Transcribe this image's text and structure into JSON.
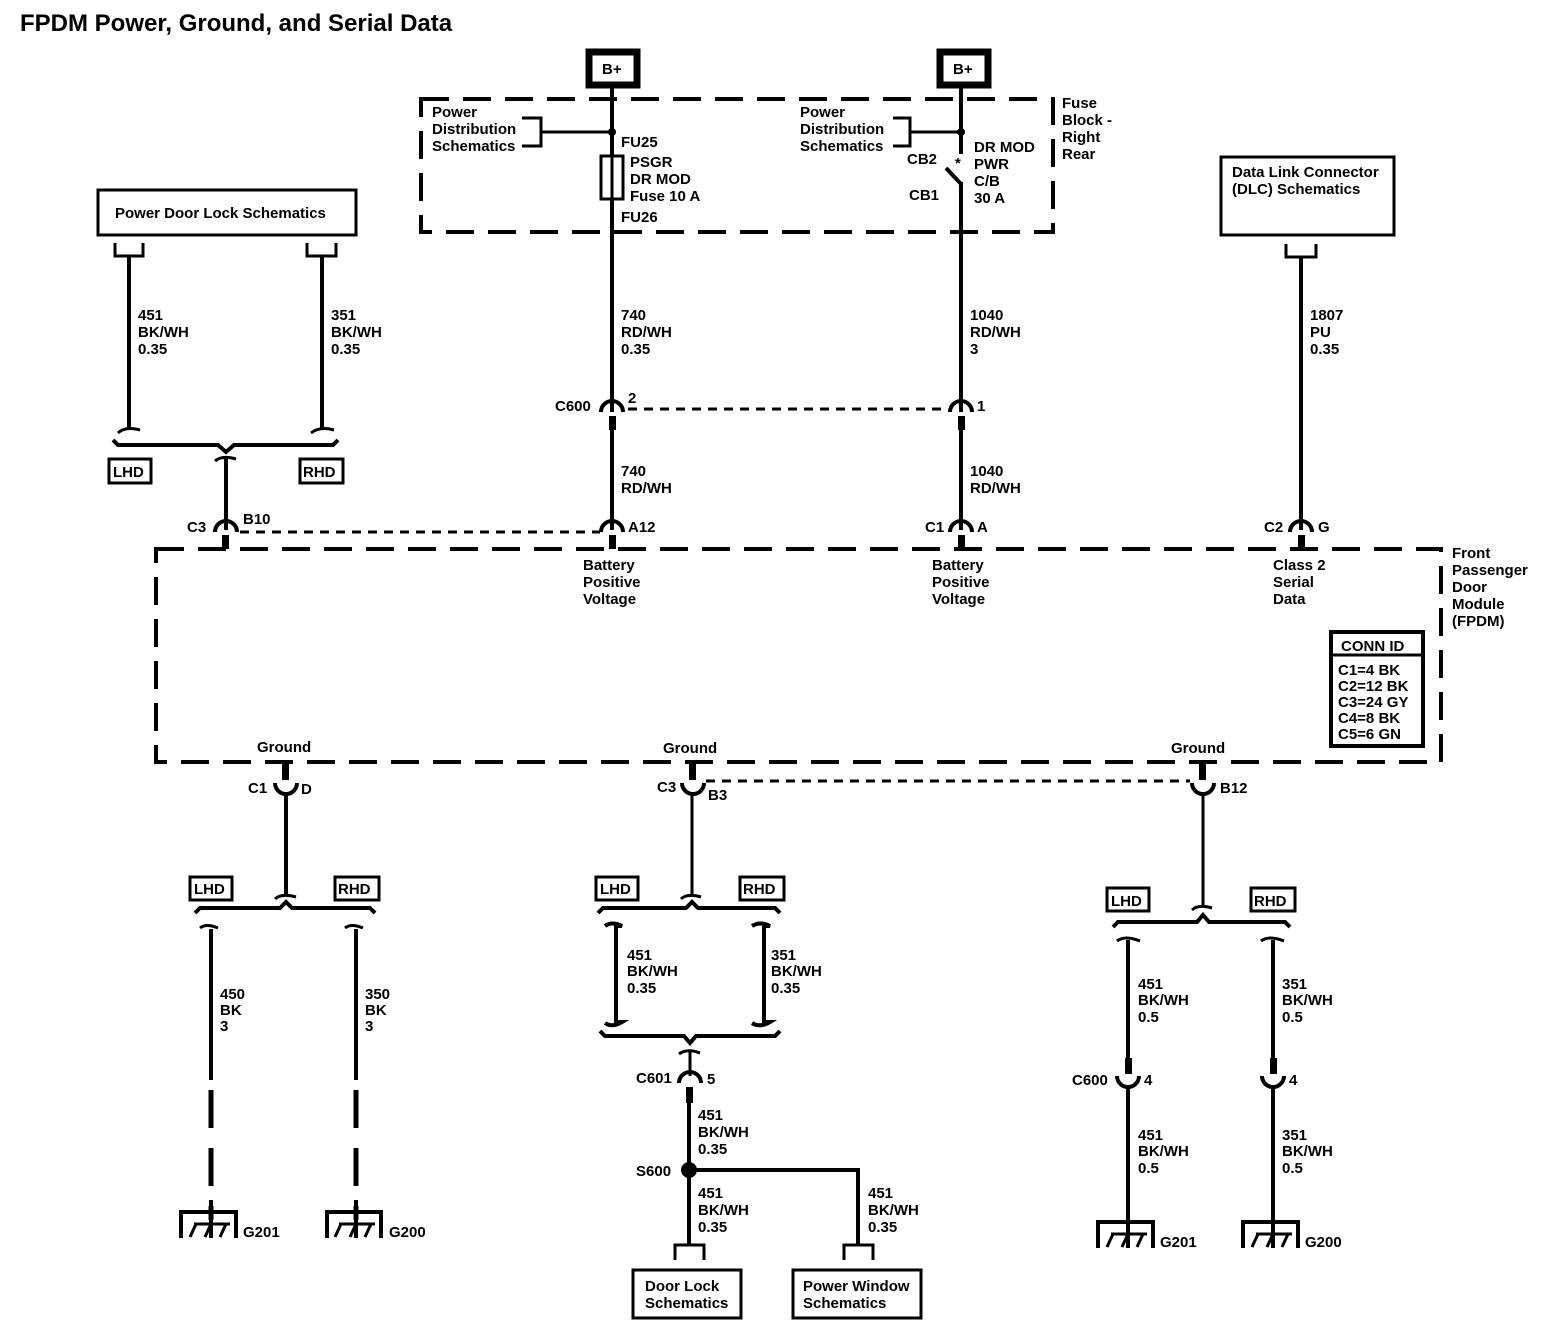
{
  "title": "FPDM Power, Ground, and Serial Data",
  "power_sources": [
    {
      "label": "B+"
    },
    {
      "label": "B+"
    }
  ],
  "fuse_block": {
    "label_lines": [
      "Fuse",
      "Block -",
      "Right",
      "Rear"
    ],
    "power_dist_left": [
      "Power",
      "Distribution",
      "Schematics"
    ],
    "power_dist_right": [
      "Power",
      "Distribution",
      "Schematics"
    ],
    "fuse": {
      "top_terminal": "FU25",
      "bottom_terminal": "FU26",
      "lines": [
        "PSGR",
        "DR MOD",
        "Fuse 10 A"
      ]
    },
    "circuit_breaker": {
      "terminal_top": "CB2",
      "terminal_bottom": "CB1",
      "lines": [
        "DR MOD",
        "PWR",
        "C/B",
        "30 A"
      ]
    }
  },
  "reference_boxes": {
    "power_door_lock": "Power Door Lock Schematics",
    "dlc": [
      "Data Link Connector",
      "(DLC) Schematics"
    ],
    "door_lock": [
      "Door Lock",
      "Schematics"
    ],
    "power_window": [
      "Power Window",
      "Schematics"
    ]
  },
  "wires": {
    "pdl_left": [
      "451",
      "BK/WH",
      "0.35"
    ],
    "pdl_right": [
      "351",
      "BK/WH",
      "0.35"
    ],
    "w740_upper": [
      "740",
      "RD/WH",
      "0.35"
    ],
    "w740_lower": [
      "740",
      "RD/WH"
    ],
    "w1040_upper": [
      "1040",
      "RD/WH",
      "3"
    ],
    "w1040_lower": [
      "1040",
      "RD/WH"
    ],
    "w1807": [
      "1807",
      "PU",
      "0.35"
    ],
    "g_left_450": [
      "450",
      "BK",
      "3"
    ],
    "g_left_350": [
      "350",
      "BK",
      "3"
    ],
    "g_mid_451": [
      "451",
      "BK/WH",
      "0.35"
    ],
    "g_mid_351": [
      "351",
      "BK/WH",
      "0.35"
    ],
    "g_mid_c601": [
      "451",
      "BK/WH",
      "0.35"
    ],
    "g_mid_doorlock": [
      "451",
      "BK/WH",
      "0.35"
    ],
    "g_mid_window": [
      "451",
      "BK/WH",
      "0.35"
    ],
    "g_right_451_up": [
      "451",
      "BK/WH",
      "0.5"
    ],
    "g_right_351_up": [
      "351",
      "BK/WH",
      "0.5"
    ],
    "g_right_451_lo": [
      "451",
      "BK/WH",
      "0.5"
    ],
    "g_right_351_lo": [
      "351",
      "BK/WH",
      "0.5"
    ]
  },
  "connectors": {
    "c600_top": {
      "name": "C600",
      "pin_left": "2",
      "pin_right": "1"
    },
    "c3_b10": {
      "name": "C3",
      "pin": "B10"
    },
    "a12": {
      "pin": "A12"
    },
    "c1_a": {
      "name": "C1",
      "pin": "A"
    },
    "c2_g": {
      "name": "C2",
      "pin": "G"
    },
    "c1_d": {
      "name": "C1",
      "pin": "D"
    },
    "c3_b3": {
      "name": "C3",
      "pin": "B3"
    },
    "b12": {
      "pin": "B12"
    },
    "c601": {
      "name": "C601",
      "pin": "5"
    },
    "s600": {
      "name": "S600"
    },
    "c600_bottom": {
      "name": "C600",
      "pin_left": "4",
      "pin_right": "4"
    }
  },
  "module": {
    "label_lines": [
      "Front",
      "Passenger",
      "Door",
      "Module",
      "(FPDM)"
    ],
    "pin_labels": {
      "bpv1": [
        "Battery",
        "Positive",
        "Voltage"
      ],
      "bpv2": [
        "Battery",
        "Positive",
        "Voltage"
      ],
      "serial": [
        "Class 2",
        "Serial",
        "Data"
      ],
      "ground": "Ground"
    },
    "conn_id": {
      "header": "CONN ID",
      "rows": [
        "C1=4 BK",
        "C2=12 BK",
        "C3=24 GY",
        "C4=8 BK",
        "C5=6 GN"
      ]
    }
  },
  "options": {
    "lhd": "LHD",
    "rhd": "RHD"
  },
  "grounds": {
    "g201": "G201",
    "g200": "G200"
  }
}
